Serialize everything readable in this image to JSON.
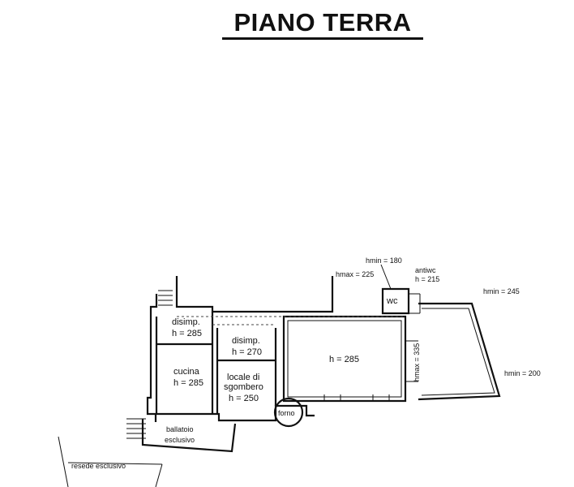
{
  "title": "PIANO TERRA",
  "rooms": {
    "disimp1": {
      "name": "disimp.",
      "height": "h = 285"
    },
    "disimp2": {
      "name": "disimp.",
      "height": "h = 270"
    },
    "cucina": {
      "name": "cucina",
      "height": "h = 285"
    },
    "sgombero": {
      "name_line1": "locale di",
      "name_line2": "sgombero",
      "height": "h = 250"
    },
    "main": {
      "height": "h = 285",
      "hmax": "hmax = 335"
    },
    "wc": {
      "name": "wc",
      "hmin": "hmin = 180",
      "hmax": "hmax = 225"
    },
    "antiwc": {
      "name": "antiwc",
      "height": "h = 215"
    },
    "veranda": {
      "hmin_top": "hmin = 245",
      "hmin_bottom": "hmin = 200"
    },
    "forno": {
      "name": "forno"
    },
    "ballatoio": {
      "line1": "ballatoio",
      "line2": "esclusivo"
    },
    "resede": {
      "name": "resede esclusivo"
    }
  }
}
